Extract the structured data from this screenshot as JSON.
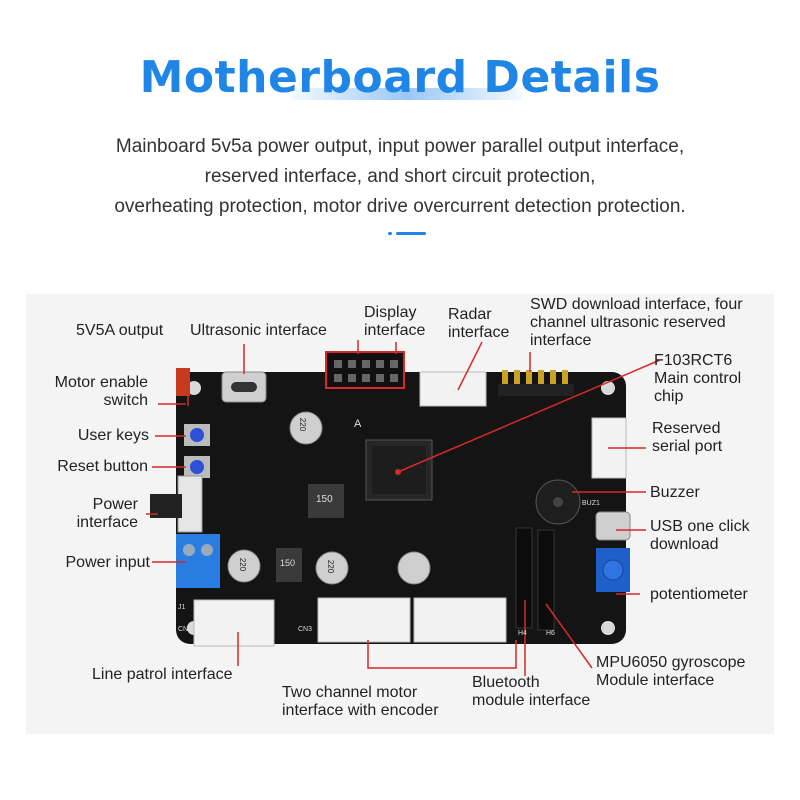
{
  "header": {
    "title": "Motherboard Details",
    "subtitle_lines": [
      "Mainboard 5v5a power output, input power parallel output interface,",
      "reserved interface, and short circuit protection,",
      "overheating protection, motor drive overcurrent detection protection."
    ]
  },
  "labels": {
    "v5a_output": "5V5A output",
    "ultrasonic": "Ultrasonic interface",
    "display": [
      "Display",
      "interface"
    ],
    "radar": [
      "Radar",
      "interface"
    ],
    "swd": [
      "SWD download interface, four",
      "channel ultrasonic reserved",
      "interface"
    ],
    "motor_enable": [
      "Motor enable",
      "switch"
    ],
    "f103": [
      "F103RCT6",
      "Main control",
      "chip"
    ],
    "user_keys": "User keys",
    "reset_button": "Reset button",
    "reserved_serial": [
      "Reserved",
      "serial port"
    ],
    "power_interface": [
      "Power",
      "interface"
    ],
    "buzzer": "Buzzer",
    "usb": [
      "USB one click",
      "download"
    ],
    "power_input": "Power input",
    "potentiometer": "potentiometer",
    "line_patrol": "Line patrol interface",
    "mpu6050": [
      "MPU6050 gyroscope",
      "Module interface"
    ],
    "bluetooth": [
      "Bluetooth",
      "module interface"
    ],
    "two_channel": [
      "Two channel motor",
      "interface with encoder"
    ]
  },
  "board_marks": {
    "capacitor_1": "220",
    "capacitor_2": "220",
    "capacitor_3": "220",
    "inductor": "150",
    "inductor_2": "150",
    "chip_a": "A",
    "silk_j1": "J1",
    "silk_cn7": "CN7",
    "silk_cn3": "CN3",
    "silk_h4": "H4",
    "silk_h6": "H6",
    "silk_buz1": "BUZ1"
  },
  "colors": {
    "accent": "#1f86e8",
    "leader": "#d42a2a",
    "board": "#141414"
  }
}
